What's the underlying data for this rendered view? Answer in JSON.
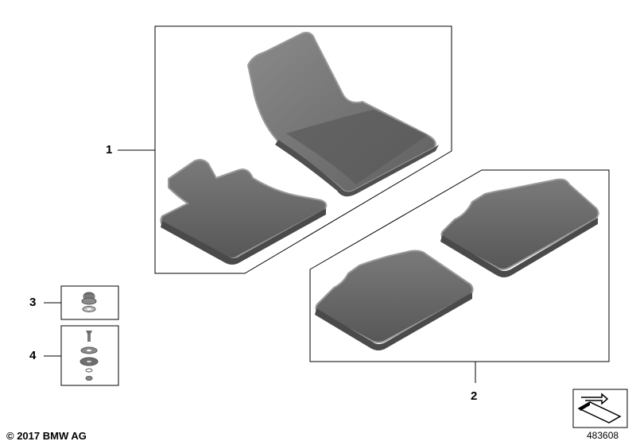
{
  "callouts": {
    "part1": "1",
    "part2": "2",
    "part3": "3",
    "part4": "4"
  },
  "footer": {
    "copyright": "© 2017 BMW AG",
    "diagram_number": "483608"
  },
  "colors": {
    "mat_fill": "#5f5f5f",
    "mat_edge": "#8e8e8e",
    "line": "#000000"
  }
}
